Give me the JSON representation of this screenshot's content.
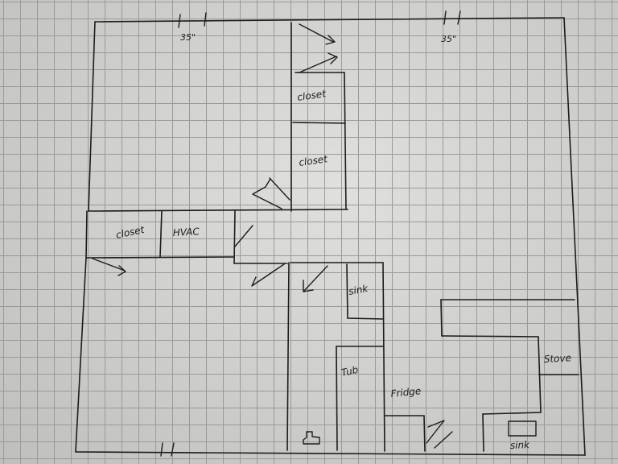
{
  "labels": {
    "closet_upper": "closet",
    "closet_mid": "closet",
    "closet_left": "closet",
    "hvac": "HVAC",
    "sink_bath": "sink",
    "tub": "Tub",
    "fridge": "Fridge",
    "stove": "Stove",
    "sink_kitchen": "sink"
  },
  "dimensions": {
    "top_left": "35\"",
    "top_right": "35\""
  }
}
